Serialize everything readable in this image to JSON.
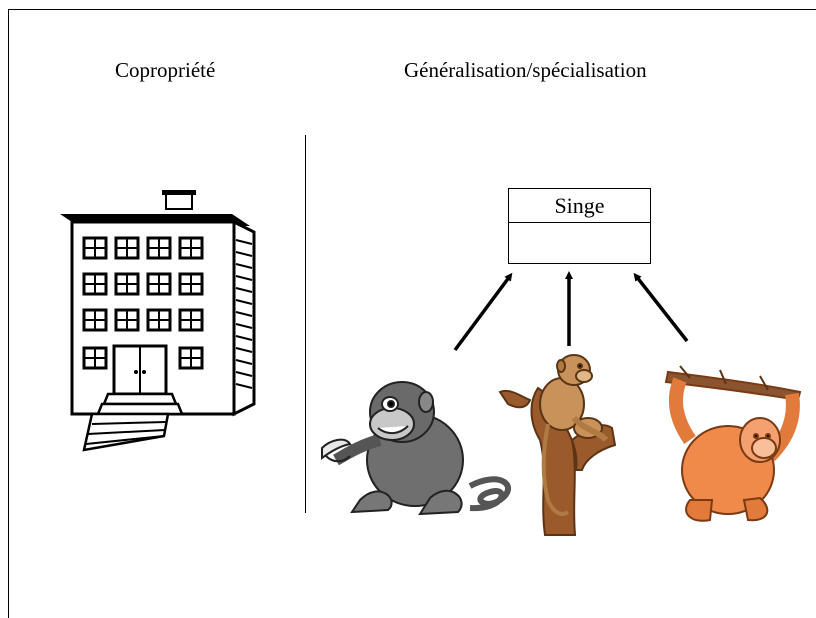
{
  "headings": {
    "left": "Copropriété",
    "right": "Généralisation/spécialisation"
  },
  "class_box": {
    "name": "Singe",
    "attributes": ""
  },
  "icons": [
    "building-icon",
    "chimpanzee-icon",
    "monkey-on-branch-icon",
    "orangutan-icon",
    "arrow-icon"
  ],
  "colors": {
    "line": "#000000",
    "chimp_fur": "#6f6f6f",
    "monkey_fur": "#c9925a",
    "branch": "#9a5a2c",
    "orangutan_fur": "#f08a4b"
  }
}
